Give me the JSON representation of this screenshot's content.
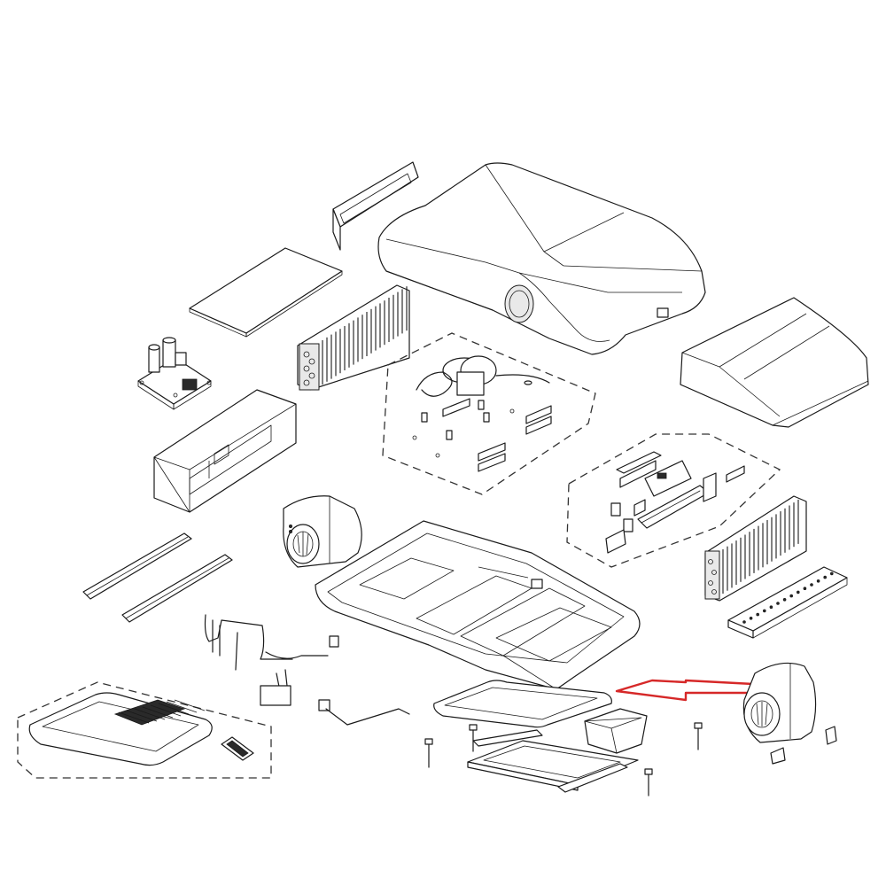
{
  "diagram": {
    "type": "exploded-parts-view",
    "callout_color": "#d62828",
    "callout_target": "frame-gasket",
    "parts": [
      "air-outlet-grille",
      "shroud-cover",
      "insulation-panel",
      "capacitor-control-board",
      "condenser-coil",
      "compressor-assembly",
      "condenser-shroud",
      "electrical-box",
      "control-components-group",
      "blower-housing-left",
      "evaporator-coil",
      "base-pan",
      "mounting-rails",
      "air-distribution-box",
      "refrigerant-tubing",
      "thermostat-bulb",
      "frame-gasket",
      "blower-housing-right",
      "drain-tray",
      "mounting-frame",
      "remote-control",
      "ceiling-assembly-group"
    ]
  }
}
